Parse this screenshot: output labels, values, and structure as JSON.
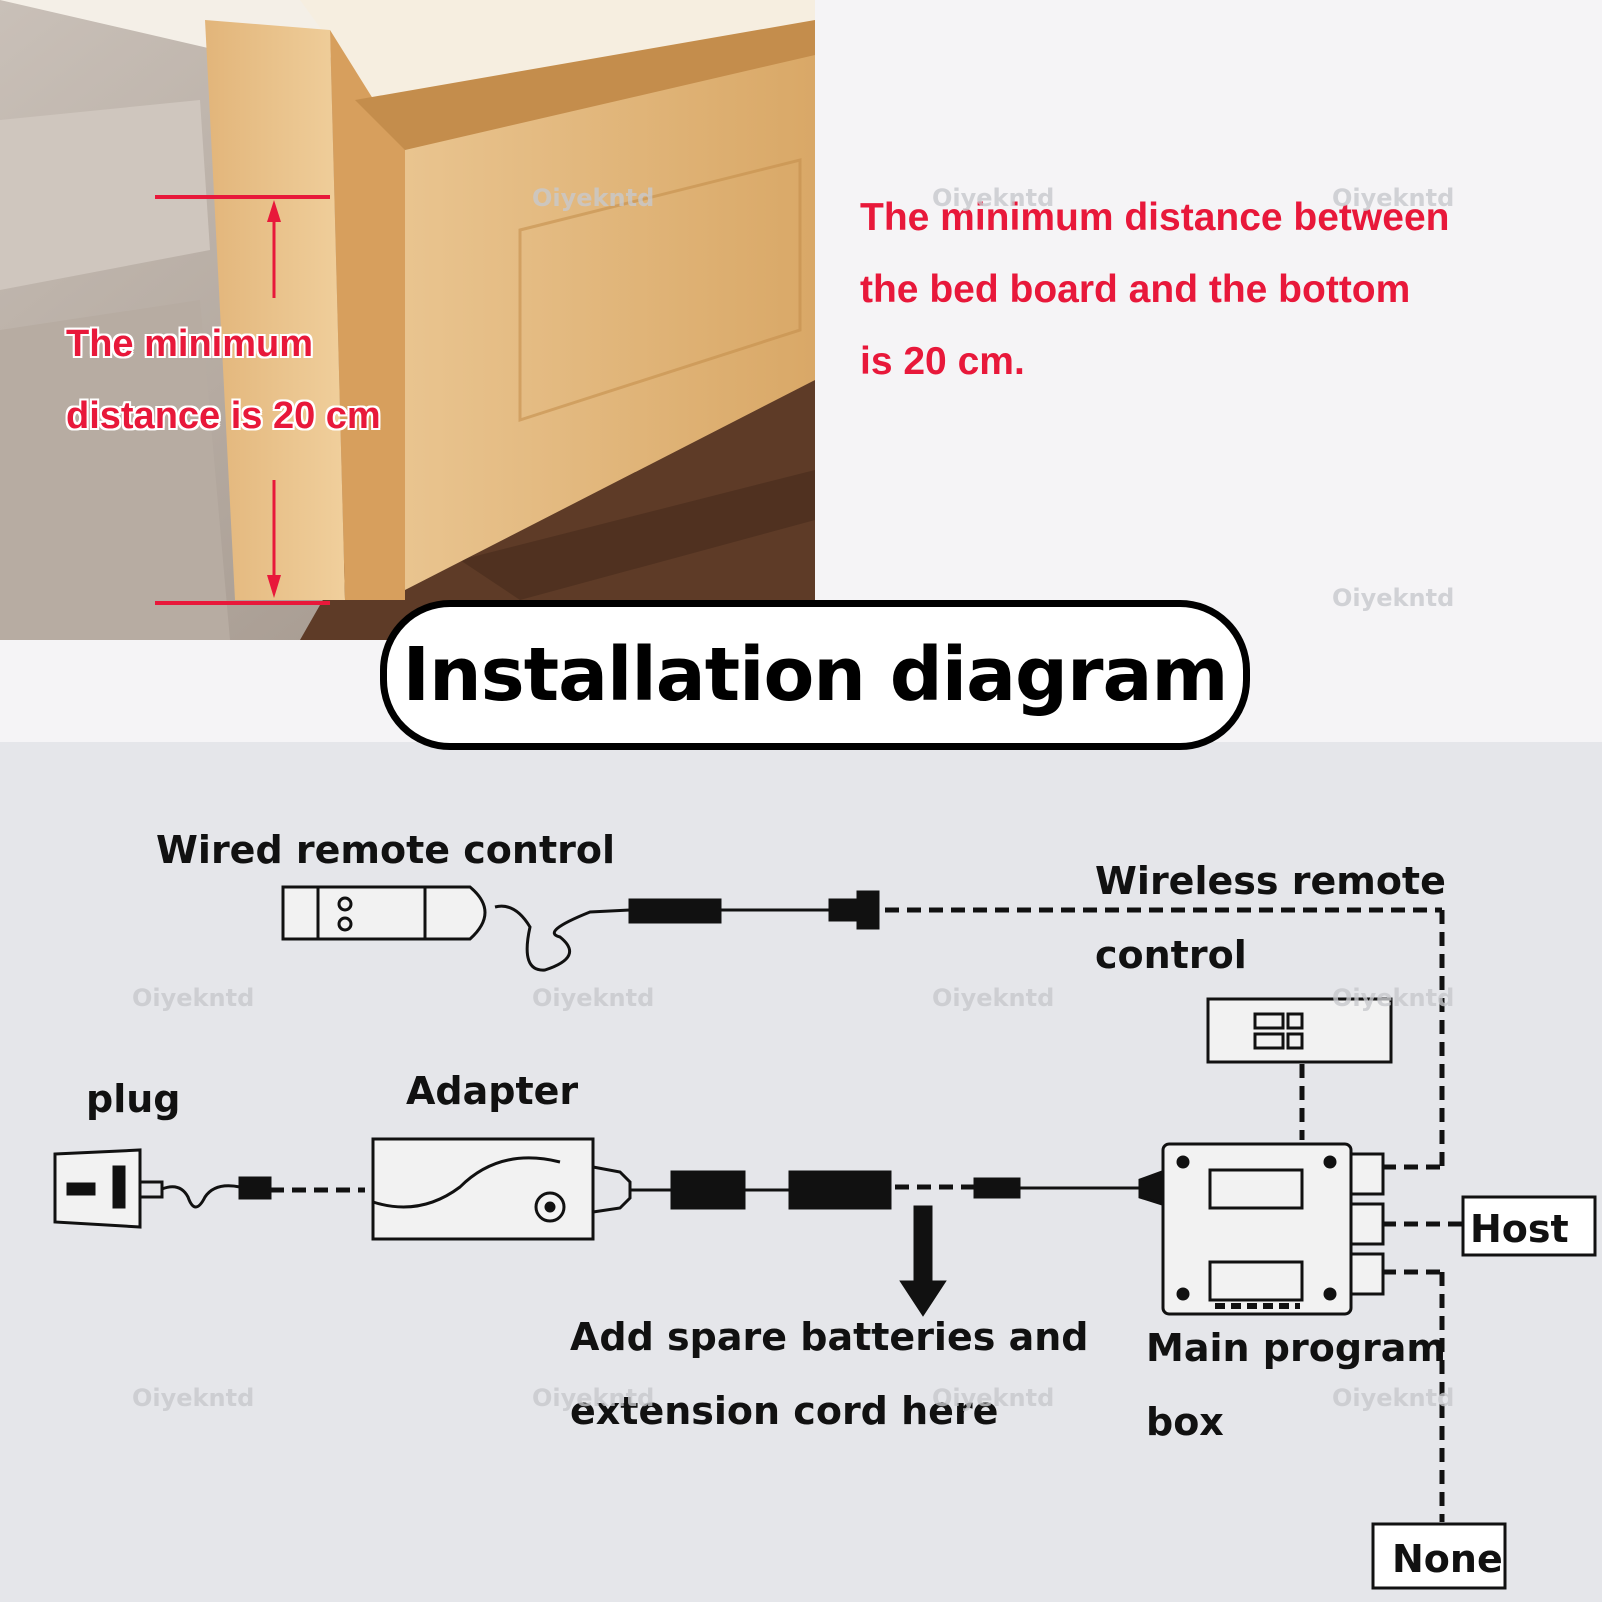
{
  "photo_label": {
    "line1": "The minimum",
    "line2": "distance is 20 cm"
  },
  "right_note": {
    "line1": "The minimum distance between",
    "line2": "the bed board and the bottom",
    "line3": "is 20 cm."
  },
  "title": "Installation diagram",
  "labels": {
    "wired_remote": "Wired remote control",
    "wireless_remote_1": "Wireless remote",
    "wireless_remote_2": "control",
    "plug": "plug",
    "adapter": "Adapter",
    "spare_1": "Add spare batteries and",
    "spare_2": "extension cord here",
    "main_box_1": "Main program",
    "main_box_2": "box",
    "host": "Host",
    "none": "None"
  },
  "watermark": "Oiyekntd",
  "colors": {
    "accent_red": "#e8183a",
    "diagram_bg": "#e5e6ea",
    "line": "#111111"
  }
}
